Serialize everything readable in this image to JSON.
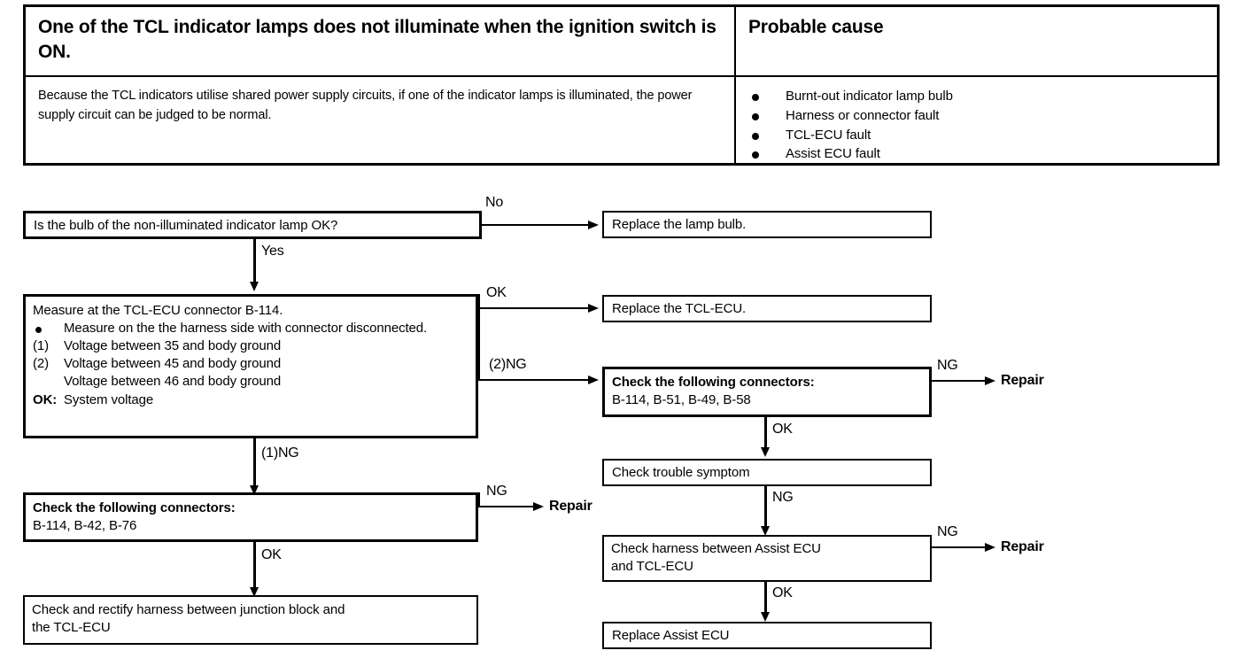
{
  "symptom_table": {
    "title": "One of the TCL indicator lamps does not illuminate when the ignition switch is ON.",
    "cause_header": "Probable cause",
    "description": "Because the TCL indicators utilise shared power supply circuits, if one of the indicator lamps is illuminated, the power supply circuit can be judged to be normal.",
    "causes": [
      "Burnt-out indicator lamp bulb",
      "Harness or connector fault",
      "TCL-ECU fault",
      "Assist ECU fault"
    ]
  },
  "flowchart": {
    "boxes": {
      "bulb_check": "Is the bulb of the non-illuminated indicator lamp OK?",
      "replace_bulb": "Replace the lamp bulb.",
      "measure": {
        "line1": "Measure at the TCL-ECU connector B-114.",
        "bullet1": "Measure on the the harness side with connector disconnected.",
        "item1_num": "(1)",
        "item1_text": "Voltage between 35 and body ground",
        "item2_num": "(2)",
        "item2_text": "Voltage between 45 and body ground",
        "item3_text": "Voltage between 46 and body ground",
        "ok_num": "OK:",
        "ok_text": "System voltage"
      },
      "replace_tcl_ecu": "Replace the TCL-ECU.",
      "check_connectors_right_title": "Check the following connectors:",
      "check_connectors_right_list": "B-114, B-51, B-49, B-58",
      "check_connectors_left_title": "Check the following connectors:",
      "check_connectors_left_list": "B-114, B-42, B-76",
      "check_trouble_symptom": "Check trouble symptom",
      "check_harness_assist_l1": "Check harness between Assist ECU",
      "check_harness_assist_l2": "and TCL-ECU",
      "replace_assist_ecu": "Replace Assist ECU",
      "check_rectify_l1": "Check and rectify harness between junction block and",
      "check_rectify_l2": "the TCL-ECU"
    },
    "edge_labels": {
      "no": "No",
      "yes": "Yes",
      "ok_top": "OK",
      "ng_2": "(2)NG",
      "ng_1": "(1)NG",
      "ng_right_top": "NG",
      "ok_right_mid": "OK",
      "ng_right_mid": "NG",
      "ng_right_low": "NG",
      "ok_right_low": "OK",
      "ng_left": "NG",
      "ok_left": "OK",
      "repair_left": "Repair",
      "repair_right_top": "Repair",
      "repair_right_low": "Repair"
    }
  },
  "colors": {
    "ink": "#000000",
    "paper": "#ffffff"
  }
}
